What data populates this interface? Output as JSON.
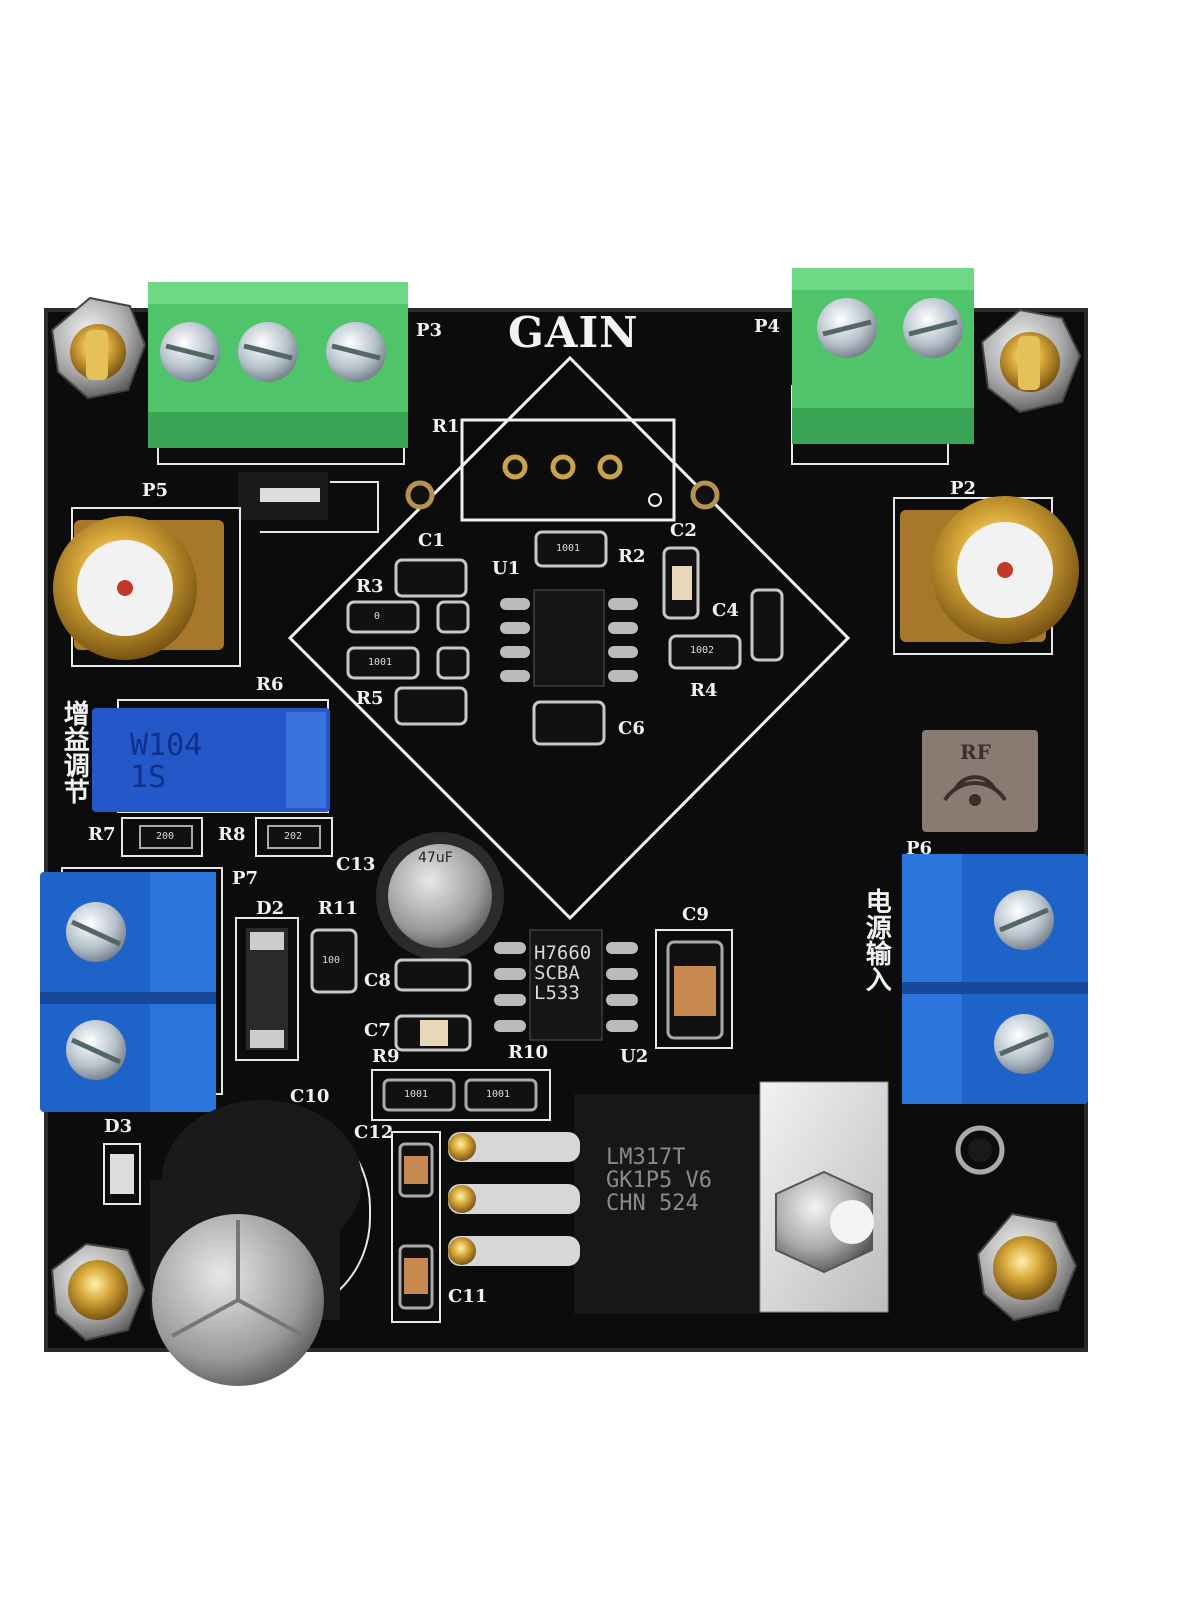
{
  "board": {
    "gain_label": "GAIN",
    "rf_label": "RF",
    "side_left": "增益调节",
    "side_right": "电源输入"
  },
  "connectors": {
    "p3": "P3",
    "p4": "P4",
    "p5": "P5",
    "p2": "P2",
    "p6": "P6",
    "p7": "P7"
  },
  "refs": {
    "r1": "R1",
    "r2": "R2",
    "r3": "R3",
    "r4": "R4",
    "r5": "R5",
    "r6": "R6",
    "r7": "R7",
    "r8": "R8",
    "r9": "R9",
    "r10": "R10",
    "r11": "R11",
    "c1": "C1",
    "c2": "C2",
    "c4": "C4",
    "c6": "C6",
    "c7": "C7",
    "c8": "C8",
    "c9": "C9",
    "c10": "C10",
    "c11": "C11",
    "c12": "C12",
    "c13": "C13",
    "u1": "U1",
    "u2": "U2",
    "d2": "D2",
    "d3": "D3"
  },
  "chips": {
    "u2_marking": "H7660\nSCBA\nL533",
    "regulator_marking": "LM317T\nGK1P5 V6\nCHN 524",
    "trimmer_marking": "W104\n1S"
  },
  "smd_codes": {
    "r2": "1001",
    "r3": "0",
    "r5": "1001",
    "r4": "1002",
    "r7": "200",
    "r8": "202",
    "r11": "100",
    "r9": "1001",
    "r10": "1001"
  },
  "colors": {
    "pcb": "#0c0c0c",
    "silkscreen": "#f2f2f2",
    "green_terminal": "#4fc46a",
    "blue_terminal": "#1e64c8",
    "gold": "#d9a93a"
  }
}
